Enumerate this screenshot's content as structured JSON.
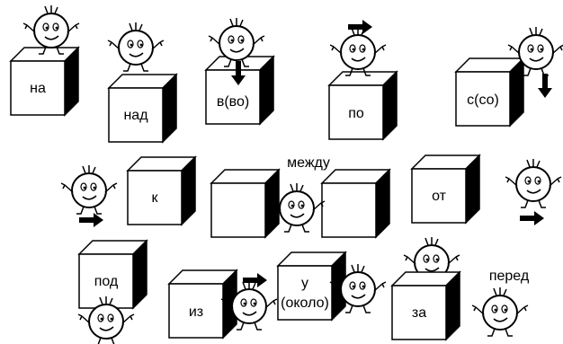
{
  "labels": {
    "na": "на",
    "nad": "над",
    "vvo": "в(во)",
    "po": "по",
    "sso": "с(со)",
    "k": "к",
    "mezhdu": "между",
    "ot": "от",
    "pod": "под",
    "iz": "из",
    "u": "у",
    "okolo": "(около)",
    "za": "за",
    "pered": "перед"
  },
  "colors": {
    "ink": "#000000",
    "paper": "#ffffff"
  },
  "icons": [
    "cartoon-ball-character",
    "arrow-right",
    "arrow-down"
  ]
}
